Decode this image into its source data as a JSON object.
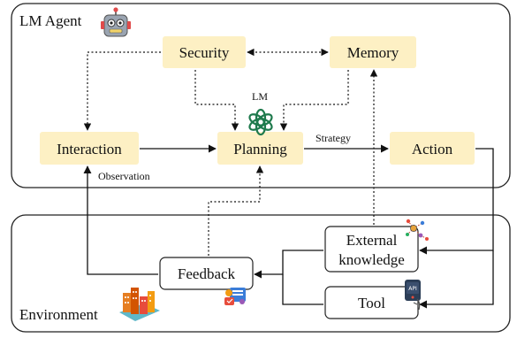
{
  "groups": {
    "agent_title": "LM Agent",
    "env_title": "Environment"
  },
  "nodes": {
    "security": "Security",
    "memory": "Memory",
    "interaction": "Interaction",
    "planning": "Planning",
    "action": "Action",
    "external_line1": "External",
    "external_line2": "knowledge",
    "feedback": "Feedback",
    "tool": "Tool"
  },
  "edge_labels": {
    "lm": "LM",
    "strategy": "Strategy",
    "observation": "Observation"
  },
  "icons": {
    "robot": "robot-icon",
    "openai": "openai-logo-icon",
    "network": "network-graph-icon",
    "feedback": "feedback-social-icon",
    "api": "api-tablet-icon",
    "city": "city-buildings-icon"
  },
  "colors": {
    "node_fill": "#fdf0c4",
    "openai_green": "#1f7a4d",
    "frame": "#222222"
  }
}
